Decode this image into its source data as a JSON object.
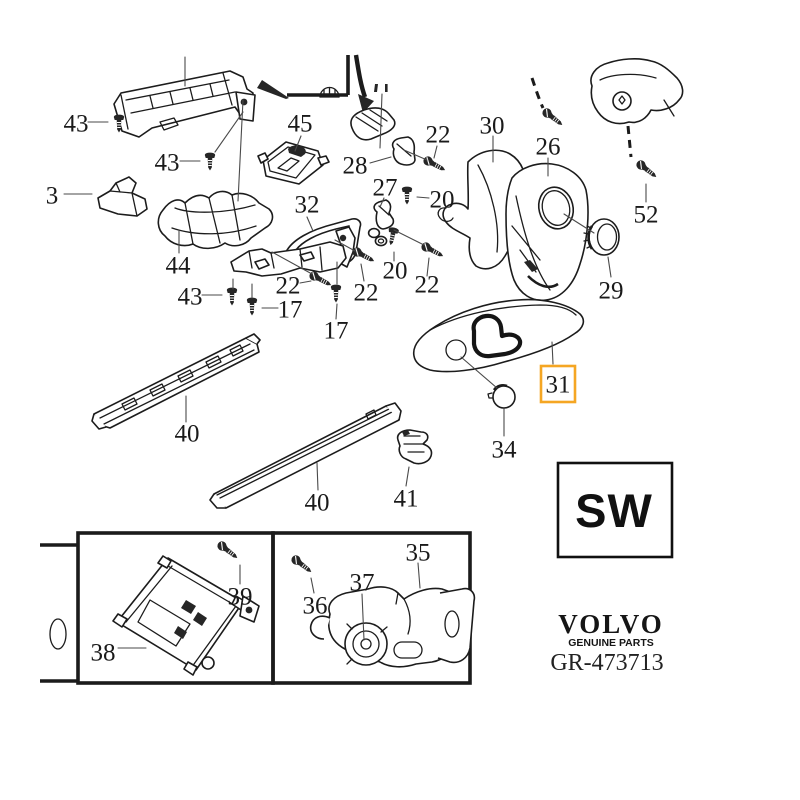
{
  "diagram": {
    "type": "exploded-parts-diagram",
    "brand": "VOLVO",
    "brand_tagline": "GENUINE PARTS",
    "drawing_number": "GR-473713",
    "side_marker": "SW",
    "highlight_color": "#F5A623",
    "highlighted_callout": "31"
  },
  "callouts": [
    {
      "id": "43-a",
      "label": "43"
    },
    {
      "id": "43-b",
      "label": "43"
    },
    {
      "id": "3",
      "label": "3"
    },
    {
      "id": "45",
      "label": "45"
    },
    {
      "id": "44",
      "label": "44"
    },
    {
      "id": "43-c",
      "label": "43"
    },
    {
      "id": "32",
      "label": "32"
    },
    {
      "id": "28",
      "label": "28"
    },
    {
      "id": "27",
      "label": "27"
    },
    {
      "id": "22-a",
      "label": "22"
    },
    {
      "id": "20-a",
      "label": "20"
    },
    {
      "id": "22-b",
      "label": "22"
    },
    {
      "id": "22-c",
      "label": "22"
    },
    {
      "id": "17-a",
      "label": "17"
    },
    {
      "id": "17-b",
      "label": "17"
    },
    {
      "id": "20-b",
      "label": "20"
    },
    {
      "id": "22-d",
      "label": "22"
    },
    {
      "id": "30",
      "label": "30"
    },
    {
      "id": "26",
      "label": "26"
    },
    {
      "id": "52",
      "label": "52"
    },
    {
      "id": "29",
      "label": "29"
    },
    {
      "id": "31",
      "label": "31"
    },
    {
      "id": "34",
      "label": "34"
    },
    {
      "id": "40-a",
      "label": "40"
    },
    {
      "id": "40-b",
      "label": "40"
    },
    {
      "id": "41",
      "label": "41"
    },
    {
      "id": "38",
      "label": "38"
    },
    {
      "id": "39",
      "label": "39"
    },
    {
      "id": "36",
      "label": "36"
    },
    {
      "id": "37",
      "label": "37"
    },
    {
      "id": "35",
      "label": "35"
    }
  ]
}
